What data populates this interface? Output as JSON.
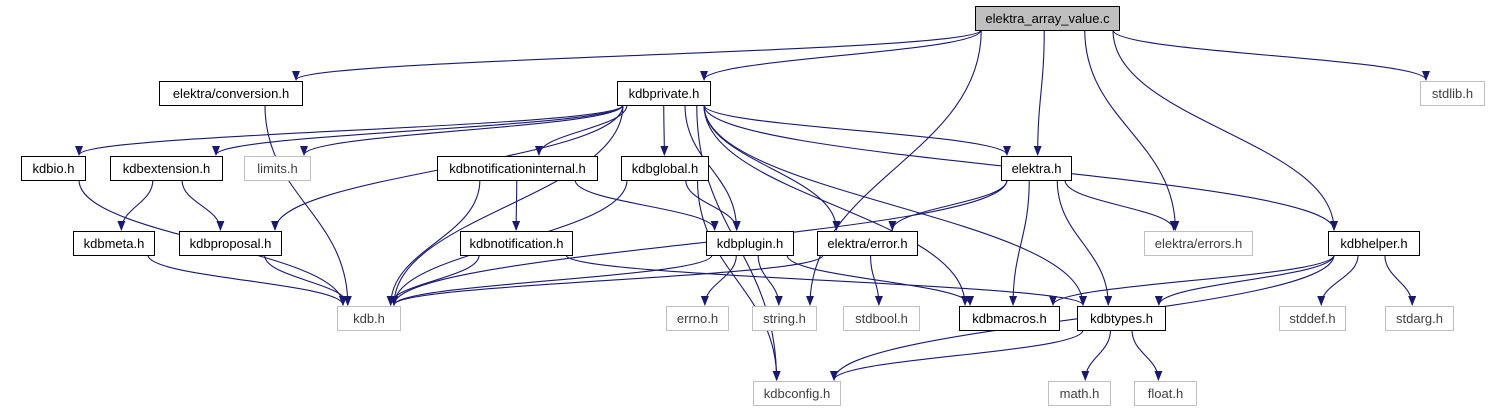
{
  "colors": {
    "edge": "#191970",
    "root_fill": "#bfbfbf",
    "doc_border": "#000000",
    "sys_border": "#bfbfbf",
    "sys_text": "#3f3f3f",
    "text": "#000000"
  },
  "nodes": [
    {
      "id": "root",
      "label": "elektra_array_value.c",
      "kind": "root"
    },
    {
      "id": "conversion",
      "label": "elektra/conversion.h",
      "kind": "doc"
    },
    {
      "id": "kdbprivate",
      "label": "kdbprivate.h",
      "kind": "doc"
    },
    {
      "id": "stdlib",
      "label": "stdlib.h",
      "kind": "sys"
    },
    {
      "id": "kdbio",
      "label": "kdbio.h",
      "kind": "doc"
    },
    {
      "id": "kdbextension",
      "label": "kdbextension.h",
      "kind": "doc"
    },
    {
      "id": "limits",
      "label": "limits.h",
      "kind": "sys"
    },
    {
      "id": "kdbnotificationinternal",
      "label": "kdbnotificationinternal.h",
      "kind": "doc"
    },
    {
      "id": "kdbglobal",
      "label": "kdbglobal.h",
      "kind": "doc"
    },
    {
      "id": "elektra",
      "label": "elektra.h",
      "kind": "doc"
    },
    {
      "id": "kdbmeta",
      "label": "kdbmeta.h",
      "kind": "doc"
    },
    {
      "id": "kdbproposal",
      "label": "kdbproposal.h",
      "kind": "doc"
    },
    {
      "id": "kdbnotification",
      "label": "kdbnotification.h",
      "kind": "doc"
    },
    {
      "id": "kdbplugin",
      "label": "kdbplugin.h",
      "kind": "doc"
    },
    {
      "id": "elektraerror",
      "label": "elektra/error.h",
      "kind": "doc"
    },
    {
      "id": "elektraerrors",
      "label": "elektra/errors.h",
      "kind": "sys"
    },
    {
      "id": "kdbhelper",
      "label": "kdbhelper.h",
      "kind": "doc"
    },
    {
      "id": "kdb",
      "label": "kdb.h",
      "kind": "sys"
    },
    {
      "id": "errno",
      "label": "errno.h",
      "kind": "sys"
    },
    {
      "id": "string",
      "label": "string.h",
      "kind": "sys"
    },
    {
      "id": "stdbool",
      "label": "stdbool.h",
      "kind": "sys"
    },
    {
      "id": "kdbmacros",
      "label": "kdbmacros.h",
      "kind": "doc"
    },
    {
      "id": "kdbtypes",
      "label": "kdbtypes.h",
      "kind": "doc"
    },
    {
      "id": "stddef",
      "label": "stddef.h",
      "kind": "sys"
    },
    {
      "id": "stdarg",
      "label": "stdarg.h",
      "kind": "sys"
    },
    {
      "id": "kdbconfig",
      "label": "kdbconfig.h",
      "kind": "sys"
    },
    {
      "id": "math",
      "label": "math.h",
      "kind": "sys"
    },
    {
      "id": "float",
      "label": "float.h",
      "kind": "sys"
    }
  ],
  "edges": [
    {
      "from": "root",
      "to": "conversion"
    },
    {
      "from": "root",
      "to": "kdbprivate"
    },
    {
      "from": "root",
      "to": "stdlib"
    },
    {
      "from": "root",
      "to": "string"
    },
    {
      "from": "root",
      "to": "elektra"
    },
    {
      "from": "root",
      "to": "elektraerrors"
    },
    {
      "from": "root",
      "to": "kdbhelper"
    },
    {
      "from": "conversion",
      "to": "kdb"
    },
    {
      "from": "kdbprivate",
      "to": "kdbio"
    },
    {
      "from": "kdbprivate",
      "to": "kdbextension"
    },
    {
      "from": "kdbprivate",
      "to": "limits"
    },
    {
      "from": "kdbprivate",
      "to": "kdbnotificationinternal"
    },
    {
      "from": "kdbprivate",
      "to": "kdbglobal"
    },
    {
      "from": "kdbprivate",
      "to": "elektra"
    },
    {
      "from": "kdbprivate",
      "to": "kdbproposal"
    },
    {
      "from": "kdbprivate",
      "to": "kdbplugin"
    },
    {
      "from": "kdbprivate",
      "to": "elektraerror"
    },
    {
      "from": "kdbprivate",
      "to": "kdbhelper"
    },
    {
      "from": "kdbprivate",
      "to": "kdb"
    },
    {
      "from": "kdbprivate",
      "to": "kdbmacros"
    },
    {
      "from": "kdbprivate",
      "to": "kdbtypes"
    },
    {
      "from": "kdbprivate",
      "to": "kdbconfig"
    },
    {
      "from": "kdbio",
      "to": "kdb"
    },
    {
      "from": "kdbextension",
      "to": "kdbmeta"
    },
    {
      "from": "kdbextension",
      "to": "kdbproposal"
    },
    {
      "from": "kdbmeta",
      "to": "kdb"
    },
    {
      "from": "kdbproposal",
      "to": "kdb"
    },
    {
      "from": "kdbnotificationinternal",
      "to": "kdbnotification"
    },
    {
      "from": "kdbnotificationinternal",
      "to": "kdbplugin"
    },
    {
      "from": "kdbnotificationinternal",
      "to": "kdb"
    },
    {
      "from": "kdbnotification",
      "to": "kdb"
    },
    {
      "from": "kdbnotification",
      "to": "kdbtypes"
    },
    {
      "from": "kdbglobal",
      "to": "kdb"
    },
    {
      "from": "kdbglobal",
      "to": "kdbplugin"
    },
    {
      "from": "kdbglobal",
      "to": "kdbconfig"
    },
    {
      "from": "kdbplugin",
      "to": "kdb"
    },
    {
      "from": "kdbplugin",
      "to": "errno"
    },
    {
      "from": "kdbplugin",
      "to": "string"
    },
    {
      "from": "kdbplugin",
      "to": "kdbmacros"
    },
    {
      "from": "elektra",
      "to": "kdb"
    },
    {
      "from": "elektra",
      "to": "elektraerror"
    },
    {
      "from": "elektra",
      "to": "elektraerrors"
    },
    {
      "from": "elektra",
      "to": "kdbmacros"
    },
    {
      "from": "elektra",
      "to": "kdbtypes"
    },
    {
      "from": "elektraerror",
      "to": "kdb"
    },
    {
      "from": "elektraerror",
      "to": "stdbool"
    },
    {
      "from": "kdbhelper",
      "to": "kdbmacros"
    },
    {
      "from": "kdbhelper",
      "to": "kdbtypes"
    },
    {
      "from": "kdbhelper",
      "to": "stddef"
    },
    {
      "from": "kdbhelper",
      "to": "stdarg"
    },
    {
      "from": "kdbhelper",
      "to": "kdbconfig"
    },
    {
      "from": "kdbtypes",
      "to": "kdbconfig"
    },
    {
      "from": "kdbtypes",
      "to": "math"
    },
    {
      "from": "kdbtypes",
      "to": "float"
    }
  ]
}
